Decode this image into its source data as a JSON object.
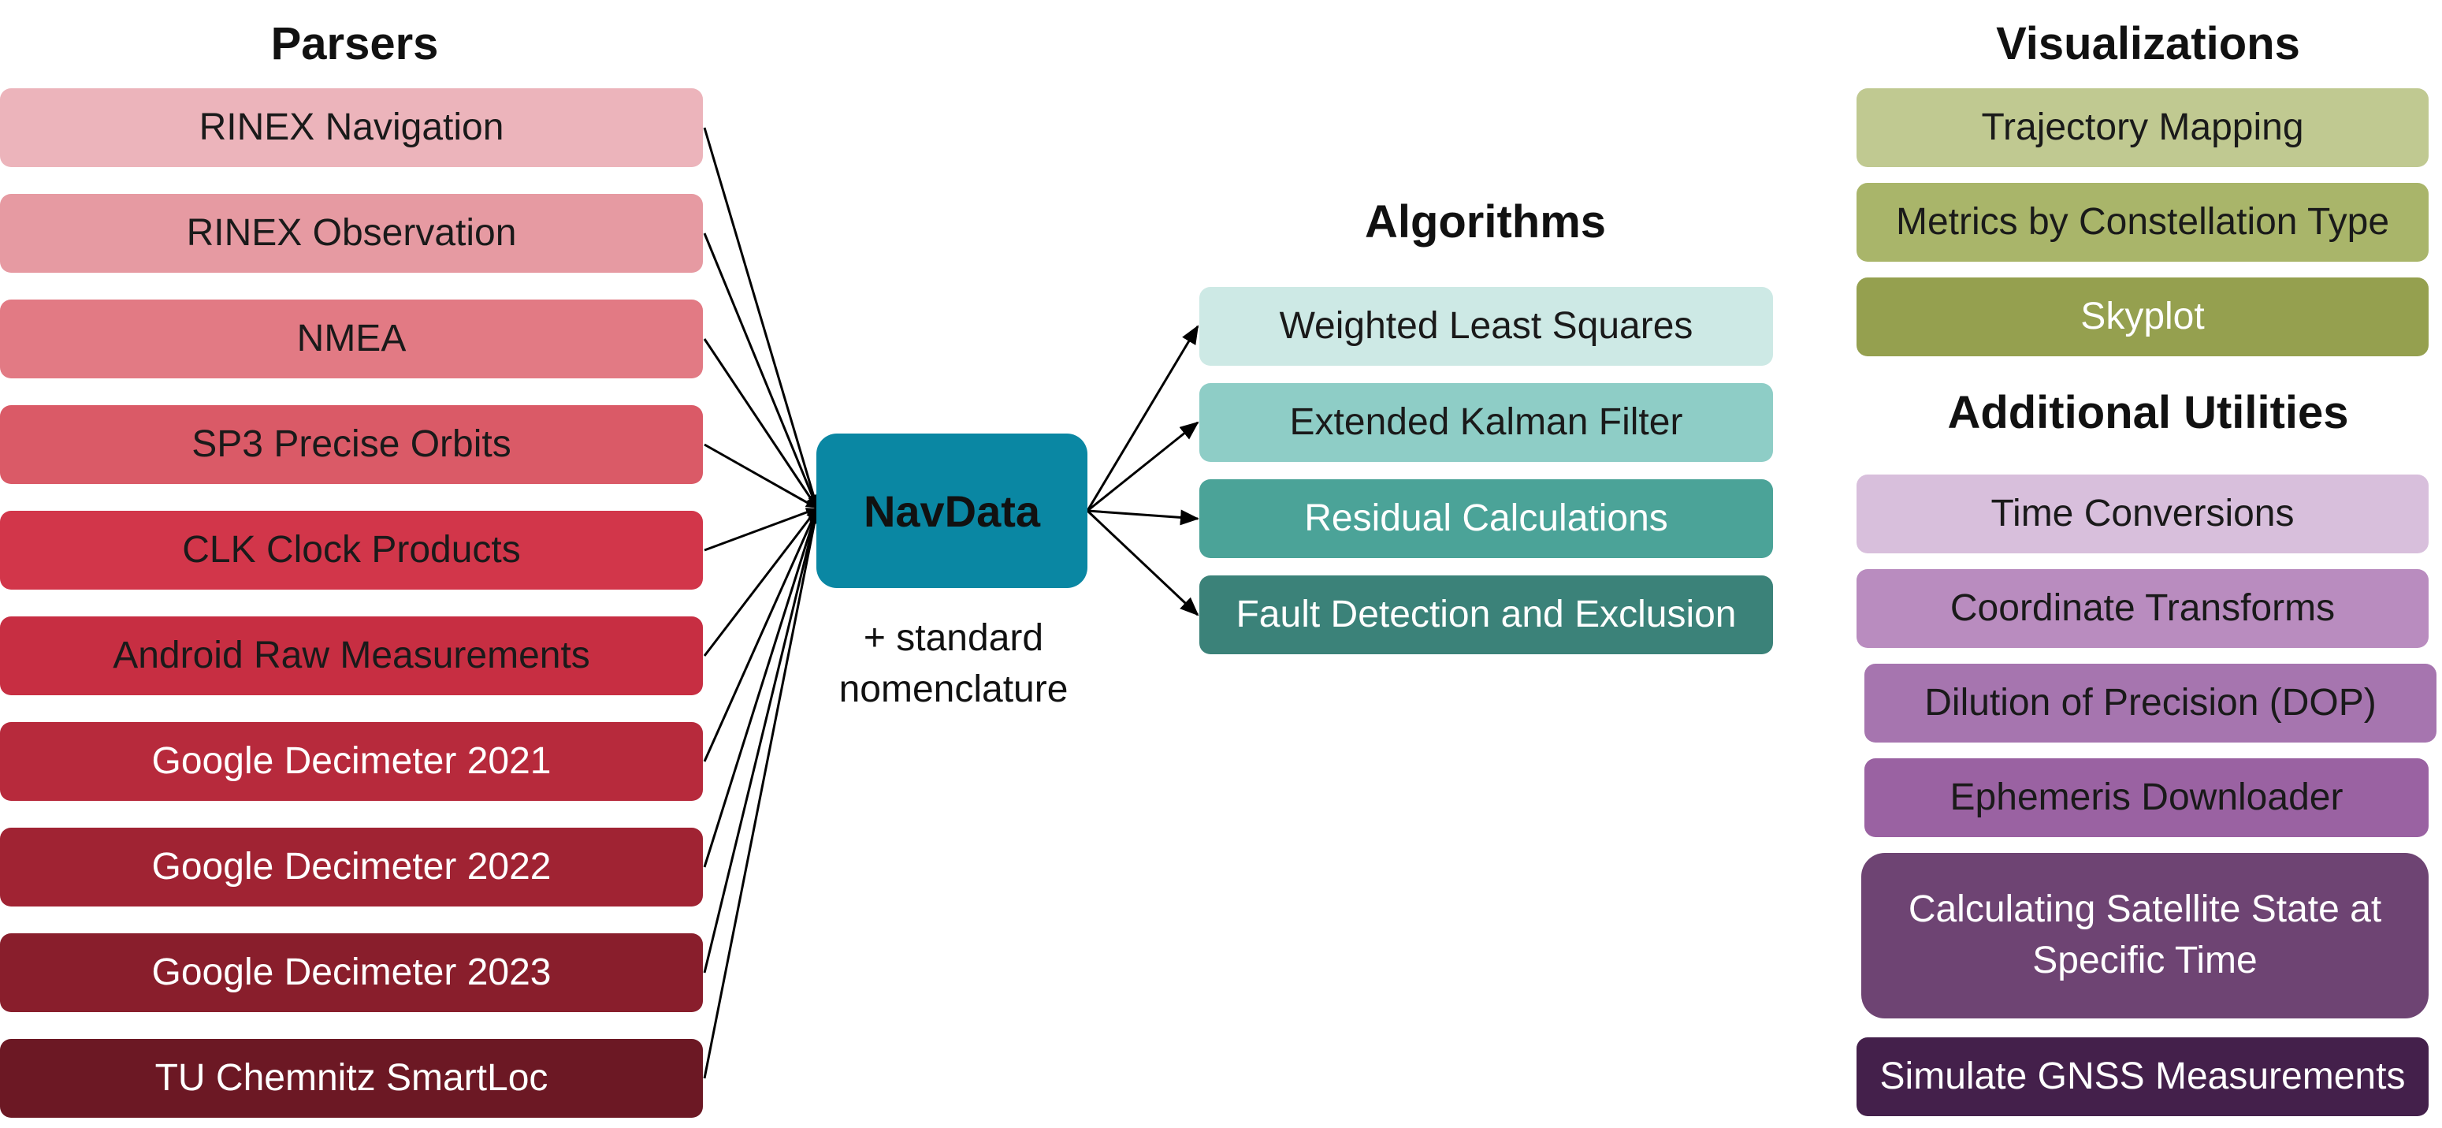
{
  "parsers": {
    "title": "Parsers",
    "items": [
      {
        "label": "RINEX Navigation",
        "bg": "#ecb4bb",
        "fg": "#1a1a1a"
      },
      {
        "label": "RINEX Observation",
        "bg": "#e69aa2",
        "fg": "#1a1a1a"
      },
      {
        "label": "NMEA",
        "bg": "#e27a84",
        "fg": "#1a1a1a"
      },
      {
        "label": "SP3 Precise Orbits",
        "bg": "#da5a67",
        "fg": "#1a1a1a"
      },
      {
        "label": "CLK Clock Products",
        "bg": "#d2364a",
        "fg": "#1a1a1a"
      },
      {
        "label": "Android Raw Measurements",
        "bg": "#c72e42",
        "fg": "#1a1a1a"
      },
      {
        "label": "Google Decimeter 2021",
        "bg": "#b72a3c",
        "fg": "#ffffff"
      },
      {
        "label": "Google Decimeter 2022",
        "bg": "#a02333",
        "fg": "#ffffff"
      },
      {
        "label": "Google Decimeter 2023",
        "bg": "#891e2c",
        "fg": "#ffffff"
      },
      {
        "label": "TU Chemnitz SmartLoc",
        "bg": "#6c1824",
        "fg": "#ffffff"
      }
    ]
  },
  "hub": {
    "label": "NavData",
    "note_line1": "+ standard",
    "note_line2": "nomenclature",
    "bg": "#0a87a3",
    "fg": "#111111"
  },
  "algorithms": {
    "title": "Algorithms",
    "items": [
      {
        "label": "Weighted Least Squares",
        "bg": "#cde9e5",
        "fg": "#1a1a1a"
      },
      {
        "label": "Extended Kalman Filter",
        "bg": "#8ecdc6",
        "fg": "#1a1a1a"
      },
      {
        "label": "Residual Calculations",
        "bg": "#4ba398",
        "fg": "#ffffff"
      },
      {
        "label": "Fault Detection and Exclusion",
        "bg": "#3b8279",
        "fg": "#ffffff"
      }
    ]
  },
  "visualizations": {
    "title": "Visualizations",
    "items": [
      {
        "label": "Trajectory Mapping",
        "bg": "#c0c991",
        "fg": "#1a1a1a"
      },
      {
        "label": "Metrics by Constellation Type",
        "bg": "#a9b56a",
        "fg": "#1a1a1a"
      },
      {
        "label": "Skyplot",
        "bg": "#95a04f",
        "fg": "#ffffff"
      }
    ]
  },
  "utilities": {
    "title": "Additional Utilities",
    "items": [
      {
        "label": "Time Conversions",
        "bg": "#d8bfdc",
        "fg": "#1a1a1a"
      },
      {
        "label": "Coordinate Transforms",
        "bg": "#b98cbf",
        "fg": "#1a1a1a"
      },
      {
        "label": "Dilution of Precision (DOP)",
        "bg": "#a675af",
        "fg": "#1a1a1a"
      },
      {
        "label": "Ephemeris Downloader",
        "bg": "#9a62a2",
        "fg": "#1a1a1a"
      },
      {
        "label": "Calculating Satellite State at Specific Time",
        "bg": "#6e4473",
        "fg": "#ffffff"
      },
      {
        "label": "Simulate GNSS Measurements",
        "bg": "#44204b",
        "fg": "#ffffff"
      }
    ]
  }
}
